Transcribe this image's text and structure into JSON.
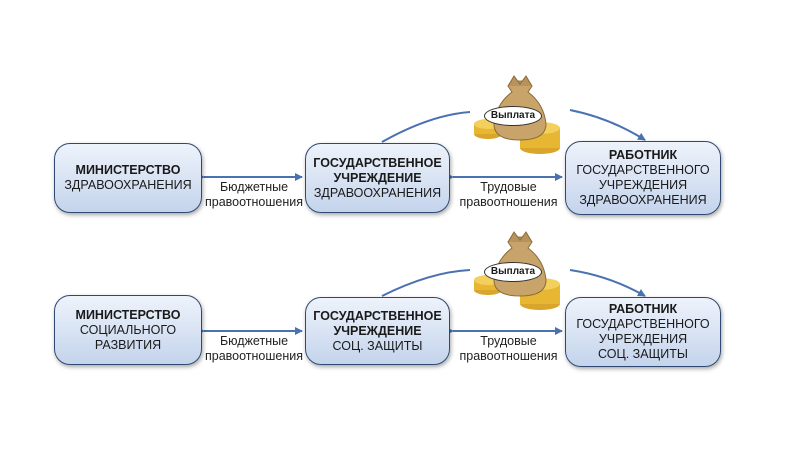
{
  "rows": [
    {
      "ministry": {
        "title": "МИНИСТЕРСТВО",
        "line1": "ЗДРАВООХРАНЕНИЯ",
        "line2": ""
      },
      "institution": {
        "title1": "ГОСУДАРСТВЕННОЕ",
        "title2": "УЧРЕЖДЕНИЕ",
        "line1": "ЗДРАВООХРАНЕНИЯ"
      },
      "worker": {
        "title": "РАБОТНИК",
        "line1": "ГОСУДАРСТВЕННОГО",
        "line2": "УЧРЕЖДЕНИЯ",
        "line3": "ЗДРАВООХРАНЕНИЯ"
      },
      "budget_rel": {
        "line1": "Бюджетные",
        "line2": "правоотношения"
      },
      "labor_rel": {
        "line1": "Трудовые",
        "line2": "правоотношения"
      },
      "payment": "Выплата"
    },
    {
      "ministry": {
        "title": "МИНИСТЕРСТВО",
        "line1": "СОЦИАЛЬНОГО",
        "line2": "РАЗВИТИЯ"
      },
      "institution": {
        "title1": "ГОСУДАРСТВЕННОЕ",
        "title2": "УЧРЕЖДЕНИЕ",
        "line1": "СОЦ. ЗАЩИТЫ"
      },
      "worker": {
        "title": "РАБОТНИК",
        "line1": "ГОСУДАРСТВЕННОГО",
        "line2": "УЧРЕЖДЕНИЯ",
        "line3": "СОЦ. ЗАЩИТЫ"
      },
      "budget_rel": {
        "line1": "Бюджетные",
        "line2": "правоотношения"
      },
      "labor_rel": {
        "line1": "Трудовые",
        "line2": "правоотношения"
      },
      "payment": "Выплата"
    }
  ],
  "colors": {
    "box_border": "#2f4a72",
    "box_fill_top": "#eef3fb",
    "box_fill_bottom": "#c4d4ec",
    "arrow": "#4a72b0",
    "bag": "#c8a46a",
    "coin": "#e7b632"
  }
}
